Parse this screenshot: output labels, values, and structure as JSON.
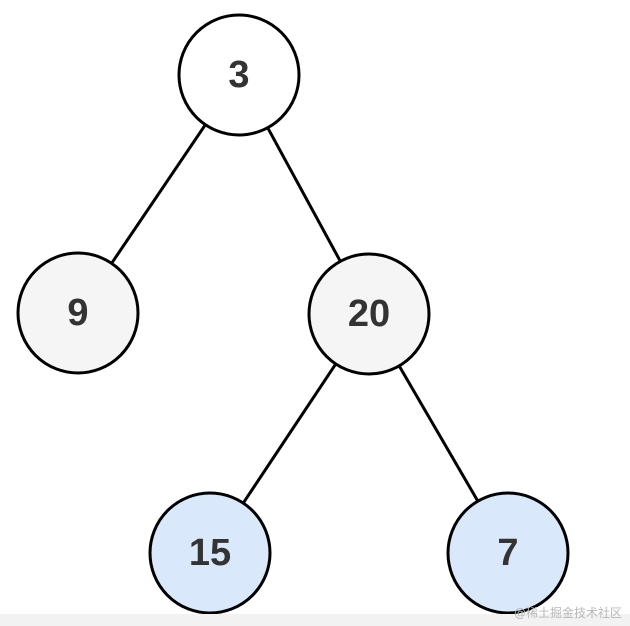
{
  "tree": {
    "nodes": [
      {
        "id": "n3",
        "label": "3",
        "fill": "#ffffff"
      },
      {
        "id": "n9",
        "label": "9",
        "fill": "#f5f5f5"
      },
      {
        "id": "n20",
        "label": "20",
        "fill": "#f5f5f5"
      },
      {
        "id": "n15",
        "label": "15",
        "fill": "#dae8fc"
      },
      {
        "id": "n7",
        "label": "7",
        "fill": "#dae8fc"
      }
    ],
    "edges": [
      {
        "from": "n3",
        "to": "n9"
      },
      {
        "from": "n3",
        "to": "n20"
      },
      {
        "from": "n20",
        "to": "n15"
      },
      {
        "from": "n20",
        "to": "n7"
      }
    ],
    "stroke_color": "#000000"
  },
  "watermark": {
    "text": "@稀土掘金技术社区"
  }
}
